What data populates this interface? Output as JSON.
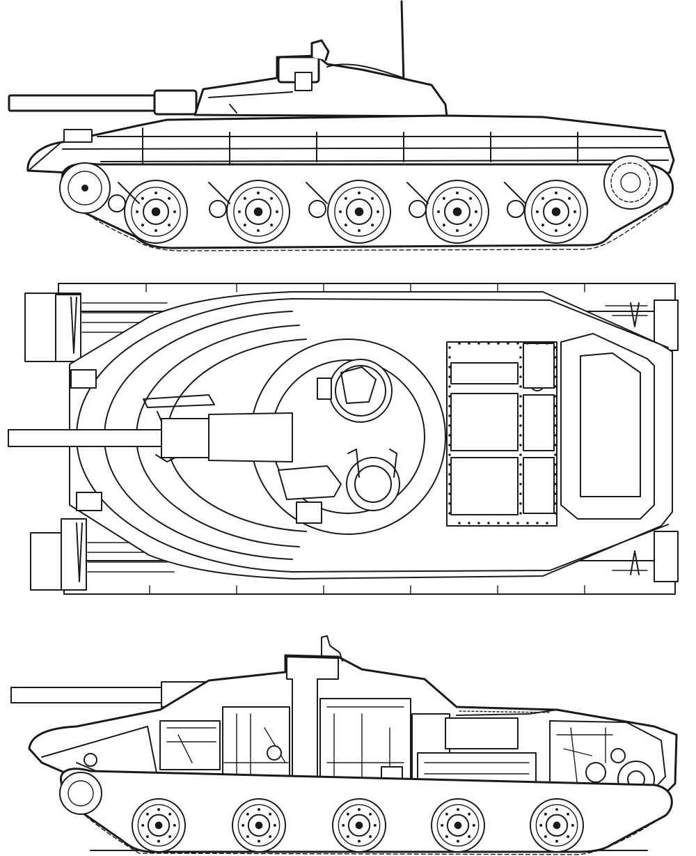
{
  "drawing": {
    "subject": "tank",
    "line_color": "#1a1a1a",
    "background": "#ffffff",
    "views": [
      {
        "id": "side-view",
        "kind": "exterior side elevation"
      },
      {
        "id": "top-view",
        "kind": "plan view from above"
      },
      {
        "id": "cut-view",
        "kind": "cutaway side elevation"
      }
    ],
    "road_wheels_per_side": 5
  }
}
